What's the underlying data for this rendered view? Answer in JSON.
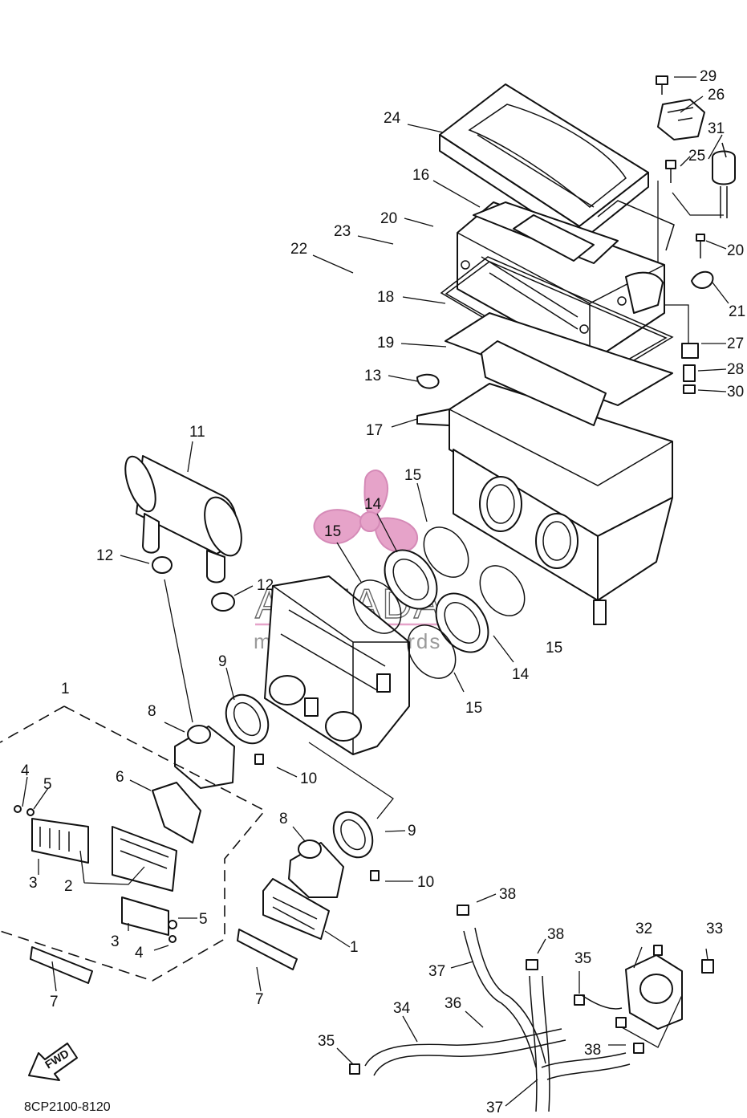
{
  "diagram_code": "8CP2100-8120",
  "watermark": {
    "brand": "ARMADA",
    "tagline": "marine outboards",
    "accent": "#e6a3c9",
    "accent_dark": "#d58ab7"
  },
  "direction_arrow": "FWD",
  "colors": {
    "line": "#111111",
    "background": "#ffffff"
  },
  "callouts": [
    {
      "id": "c29",
      "num": "29"
    },
    {
      "id": "c26",
      "num": "26"
    },
    {
      "id": "c24",
      "num": "24"
    },
    {
      "id": "c31",
      "num": "31"
    },
    {
      "id": "c25",
      "num": "25"
    },
    {
      "id": "c16",
      "num": "16"
    },
    {
      "id": "c20a",
      "num": "20"
    },
    {
      "id": "c20b",
      "num": "20"
    },
    {
      "id": "c23",
      "num": "23"
    },
    {
      "id": "c22",
      "num": "22"
    },
    {
      "id": "c18",
      "num": "18"
    },
    {
      "id": "c21",
      "num": "21"
    },
    {
      "id": "c19",
      "num": "19"
    },
    {
      "id": "c27",
      "num": "27"
    },
    {
      "id": "c28",
      "num": "28"
    },
    {
      "id": "c13",
      "num": "13"
    },
    {
      "id": "c30",
      "num": "30"
    },
    {
      "id": "c17",
      "num": "17"
    },
    {
      "id": "c11",
      "num": "11"
    },
    {
      "id": "c15a",
      "num": "15"
    },
    {
      "id": "c14a",
      "num": "14"
    },
    {
      "id": "c15b",
      "num": "15"
    },
    {
      "id": "c12a",
      "num": "12"
    },
    {
      "id": "c12b",
      "num": "12"
    },
    {
      "id": "c15c",
      "num": "15"
    },
    {
      "id": "c9a",
      "num": "9"
    },
    {
      "id": "c14b",
      "num": "14"
    },
    {
      "id": "c1a",
      "num": "1"
    },
    {
      "id": "c15d",
      "num": "15"
    },
    {
      "id": "c8a",
      "num": "8"
    },
    {
      "id": "c10a",
      "num": "10"
    },
    {
      "id": "c4a",
      "num": "4"
    },
    {
      "id": "c6",
      "num": "6"
    },
    {
      "id": "c5a",
      "num": "5"
    },
    {
      "id": "c8b",
      "num": "8"
    },
    {
      "id": "c9b",
      "num": "9"
    },
    {
      "id": "c3a",
      "num": "3"
    },
    {
      "id": "c2",
      "num": "2"
    },
    {
      "id": "c10b",
      "num": "10"
    },
    {
      "id": "c38a",
      "num": "38"
    },
    {
      "id": "c5b",
      "num": "5"
    },
    {
      "id": "c3b",
      "num": "3"
    },
    {
      "id": "c1b",
      "num": "1"
    },
    {
      "id": "c4b",
      "num": "4"
    },
    {
      "id": "c38b",
      "num": "38"
    },
    {
      "id": "c32",
      "num": "32"
    },
    {
      "id": "c33",
      "num": "33"
    },
    {
      "id": "c35a",
      "num": "35"
    },
    {
      "id": "c37a",
      "num": "37"
    },
    {
      "id": "c7a",
      "num": "7"
    },
    {
      "id": "c7b",
      "num": "7"
    },
    {
      "id": "c36",
      "num": "36"
    },
    {
      "id": "c34",
      "num": "34"
    },
    {
      "id": "c35b",
      "num": "35"
    },
    {
      "id": "c38c",
      "num": "38"
    },
    {
      "id": "c37b",
      "num": "37"
    }
  ]
}
